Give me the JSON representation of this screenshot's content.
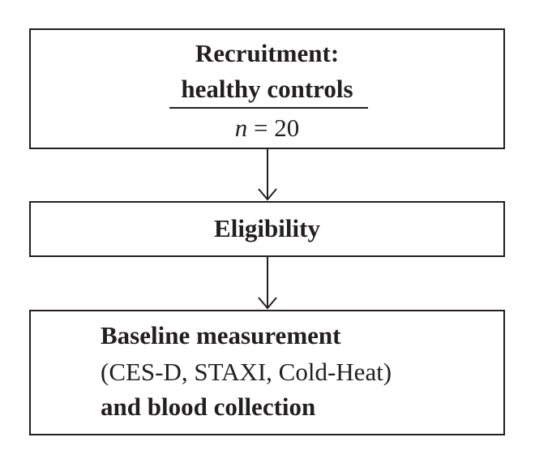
{
  "recruitment": {
    "title_line1": "Recruitment:",
    "title_line2": "healthy controls",
    "n_variable": "n",
    "n_rest": " = 20"
  },
  "eligibility": {
    "label": "Eligibility"
  },
  "baseline": {
    "line1": "Baseline measurement",
    "line2": "(CES-D, STAXI, Cold-Heat)",
    "line3": "and blood collection"
  },
  "colors": {
    "stroke": "#231f20",
    "background": "#ffffff"
  }
}
